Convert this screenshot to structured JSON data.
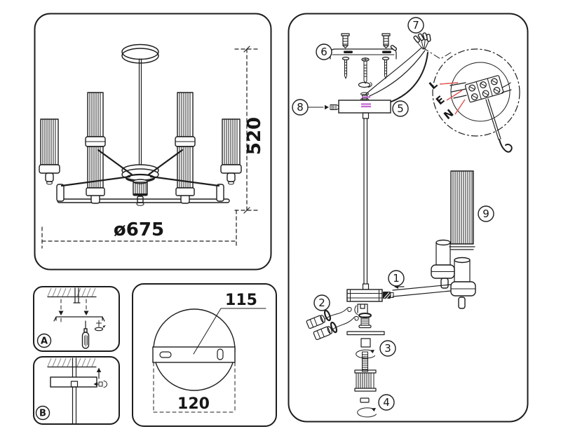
{
  "overview_panel": {
    "height_dim": "520",
    "diameter_dim": "ø675"
  },
  "mount_plate_panel": {
    "offset_dim": "115",
    "plate_dim": "120"
  },
  "install_steps": [
    {
      "label": "A"
    },
    {
      "label": "B"
    }
  ],
  "assembly_panel": {
    "part_labels": [
      "1",
      "2",
      "3",
      "4",
      "5",
      "6",
      "7",
      "8",
      "9"
    ],
    "wiring": {
      "terminals": [
        "L",
        "E",
        "N"
      ],
      "leader_color": "#e0524e"
    },
    "thread_mark_color": "#c46bd4"
  },
  "colors": {
    "line": "#1d1d1d",
    "background": "#ffffff"
  }
}
